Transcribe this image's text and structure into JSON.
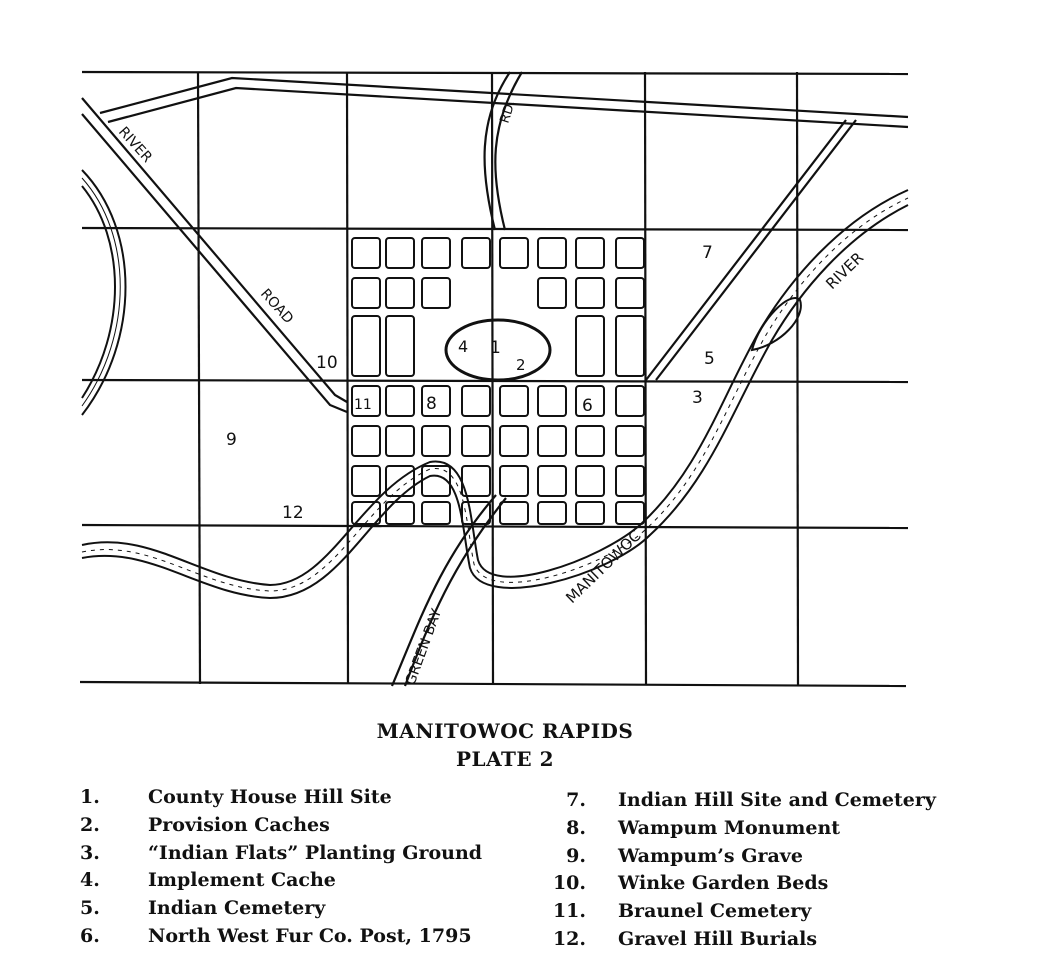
{
  "map": {
    "road_labels": {
      "river_road_upper": "RIVER",
      "river_road_lower": "ROAD",
      "rd": "RD.",
      "green_bay": "GREEN BAY"
    },
    "river_labels": {
      "river": "RIVER",
      "manitowoc": "MANITOWOC"
    },
    "site_numbers": [
      "1",
      "2",
      "3",
      "4",
      "5",
      "6",
      "7",
      "8",
      "9",
      "10",
      "11",
      "12"
    ]
  },
  "caption": {
    "title": "MANITOWOC RAPIDS",
    "subtitle": "PLATE 2"
  },
  "legend": {
    "left": [
      {
        "num": "1.",
        "label": "County House Hill Site"
      },
      {
        "num": "2.",
        "label": "Provision Caches"
      },
      {
        "num": "3.",
        "label": "“Indian Flats” Planting Ground"
      },
      {
        "num": "4.",
        "label": "Implement Cache"
      },
      {
        "num": "5.",
        "label": "Indian Cemetery"
      },
      {
        "num": "6.",
        "label": "North West Fur Co. Post, 1795"
      }
    ],
    "right": [
      {
        "num": "7.",
        "label": "Indian Hill Site and Cemetery"
      },
      {
        "num": "8.",
        "label": "Wampum Monument"
      },
      {
        "num": "9.",
        "label": "Wampum’s Grave"
      },
      {
        "num": "10.",
        "label": "Winke Garden Beds"
      },
      {
        "num": "11.",
        "label": "Braunel Cemetery"
      },
      {
        "num": "12.",
        "label": "Gravel Hill Burials"
      }
    ]
  }
}
